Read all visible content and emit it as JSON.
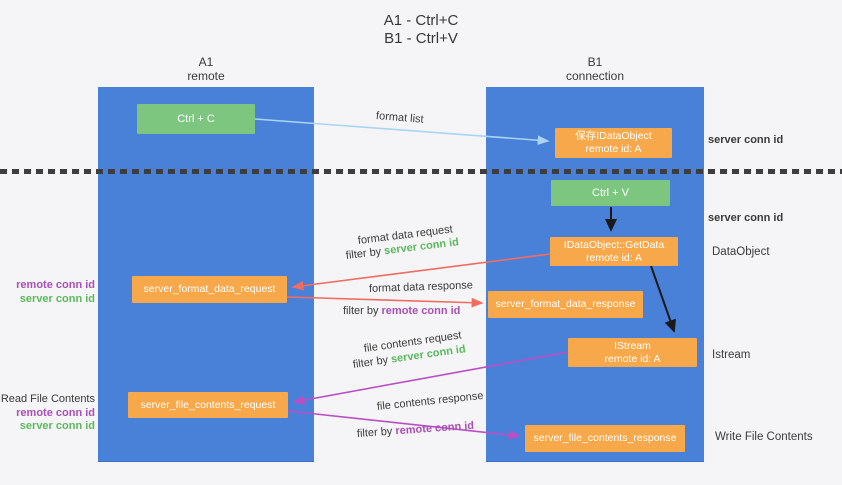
{
  "title": {
    "line1": "A1 - Ctrl+C",
    "line2": "B1 - Ctrl+V"
  },
  "columns": {
    "a1": {
      "name": "A1",
      "subtitle": "remote"
    },
    "b1": {
      "name": "B1",
      "subtitle": "connection"
    }
  },
  "nodes": {
    "ctrl_c": {
      "label": "Ctrl + C"
    },
    "save_dataobject": {
      "line1": "保存IDataObject",
      "line2": "remote id: A"
    },
    "ctrl_v": {
      "label": "Ctrl + V"
    },
    "getdata": {
      "line1": "IDataObject::GetData",
      "line2": "remote id: A"
    },
    "istream": {
      "line1": "IStream",
      "line2": "remote id: A"
    },
    "format_request": {
      "label": "server_format_data_request"
    },
    "format_response": {
      "label": "server_format_data_response"
    },
    "file_request": {
      "label": "server_file_contents_request"
    },
    "file_response": {
      "label": "server_file_contents_response"
    }
  },
  "arrows": {
    "format_list": {
      "label": "format list"
    },
    "format_data_request": {
      "label": "format data request",
      "filter_prefix": "filter by",
      "filter_key": "server conn id"
    },
    "format_data_response": {
      "label": "format data response",
      "filter_prefix": "filter by",
      "filter_key": "remote conn id"
    },
    "file_contents_request": {
      "label": "file contents request",
      "filter_prefix": "filter by",
      "filter_key": "server conn id"
    },
    "file_contents_response": {
      "label": "file contents response",
      "filter_prefix": "filter by",
      "filter_key": "remote conn id"
    }
  },
  "side_labels": {
    "server_conn_id_top": "server conn id",
    "server_conn_id_mid": "server conn id",
    "dataobject": "DataObject",
    "istream": "Istream",
    "write_file_contents": "Write File Contents",
    "format_block": {
      "remote_conn_id": "remote conn id",
      "server_conn_id": "server conn id"
    },
    "file_block": {
      "read_file_contents": "Read File Contents",
      "remote_conn_id": "remote conn id",
      "server_conn_id": "server conn id"
    }
  },
  "colors": {
    "lifeline_blue": "#4a81d8",
    "box_green": "#7dc67f",
    "box_orange": "#f7a84a",
    "text_green": "#5cb85c",
    "text_purple": "#a850b5",
    "arrow_light_blue": "#a9d4f4",
    "arrow_red": "#f36c60",
    "arrow_magenta": "#bb4ec4",
    "arrow_black": "#1a1a1a"
  }
}
